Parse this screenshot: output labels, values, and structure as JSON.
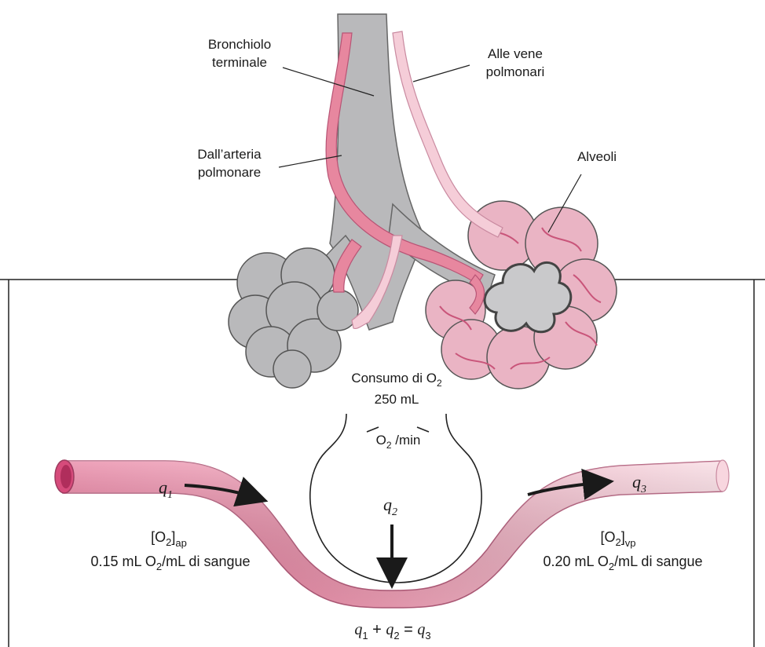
{
  "labels": {
    "bronchiole": [
      "Bronchiolo",
      "terminale"
    ],
    "veins": [
      "Alle vene",
      "polmonari"
    ],
    "artery": [
      "Dall’arteria",
      "polmonare"
    ],
    "alveoli": "Alveoli"
  },
  "consumption": {
    "line1_prefix": "Consumo di O",
    "line1_sub": "2",
    "line2": "250 mL",
    "line3_prefix": "O",
    "line3_sub": "2",
    "line3_suffix": " /min"
  },
  "flows": {
    "q1": "q",
    "q1_sub": "1",
    "q2": "q",
    "q2_sub": "2",
    "q3": "q",
    "q3_sub": "3"
  },
  "arterial": {
    "conc_open": "[O",
    "conc_sub": "2",
    "conc_close": "]",
    "conc_subscript": "ap",
    "value_prefix": "0.15 mL O",
    "value_sub": "2",
    "value_suffix": "/mL di sangue"
  },
  "venous": {
    "conc_open": "[O",
    "conc_sub": "2",
    "conc_close": "]",
    "conc_subscript": "vp",
    "value_prefix": "0.20 mL O",
    "value_sub": "2",
    "value_suffix": "/mL di sangue"
  },
  "equation": {
    "q1": "q",
    "s1": "1",
    "plus": " + ",
    "q2": "q",
    "s2": "2",
    "eq": " = ",
    "q3": "q",
    "s3": "3"
  },
  "colors": {
    "tissue_gray": "#b9b9bb",
    "vessel_pink": "#e7879f",
    "vessel_light": "#f5cdd8",
    "outline": "#555555"
  }
}
